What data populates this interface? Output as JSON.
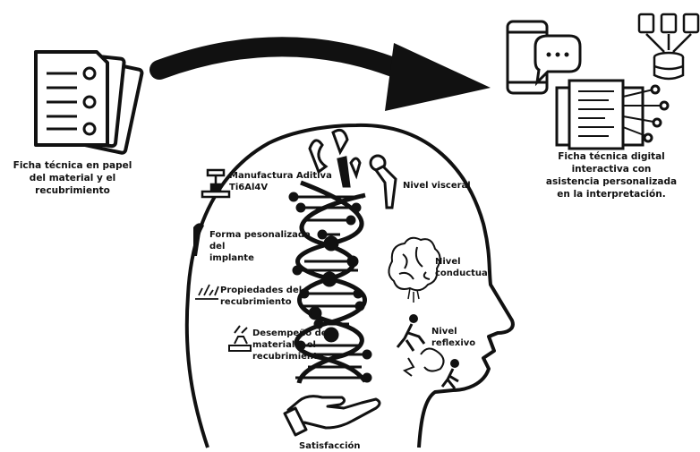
{
  "left_caption": [
    "Ficha técnica en papel",
    "del material y el",
    "recubrimiento"
  ],
  "right_caption": [
    "Ficha técnica digital",
    "interactiva con",
    "asistencia personalizada",
    "en la interpretación."
  ],
  "labels": {
    "manufactura": [
      "Manufactura Aditiva",
      "Ti6Al4V"
    ],
    "forma": [
      "Forma pesonalizada",
      "del",
      "implante"
    ],
    "propiedades": [
      "Propiedades del",
      "recubrimiento"
    ],
    "desempeno": [
      "Desempeño del",
      "material y el",
      "recubrimiento"
    ],
    "visceral": [
      "Nivel visceral"
    ],
    "conductual": [
      "Nivel",
      "conductual"
    ],
    "reflexivo": [
      "Nivel",
      "reflexivo"
    ],
    "satisfaccion": [
      "Satisfacción"
    ]
  },
  "colors": {
    "ink": "#111111",
    "background": "#ffffff"
  }
}
